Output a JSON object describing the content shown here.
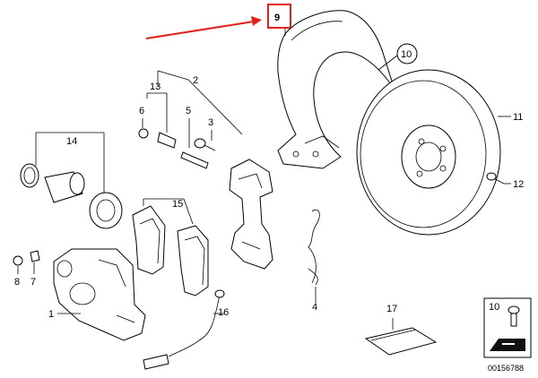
{
  "callouts": {
    "c1": "1",
    "c2": "2",
    "c3": "3",
    "c4": "4",
    "c5": "5",
    "c6": "6",
    "c7": "7",
    "c8": "8",
    "c9": "9",
    "c10": "10",
    "c11": "11",
    "c12": "12",
    "c13": "13",
    "c14": "14",
    "c15": "15",
    "c16": "16",
    "c17": "17"
  },
  "legend_box": {
    "label": "10"
  },
  "reference_code": "00156788",
  "colors": {
    "highlight": "#e0201b",
    "line": "#000000",
    "background": "#ffffff"
  }
}
